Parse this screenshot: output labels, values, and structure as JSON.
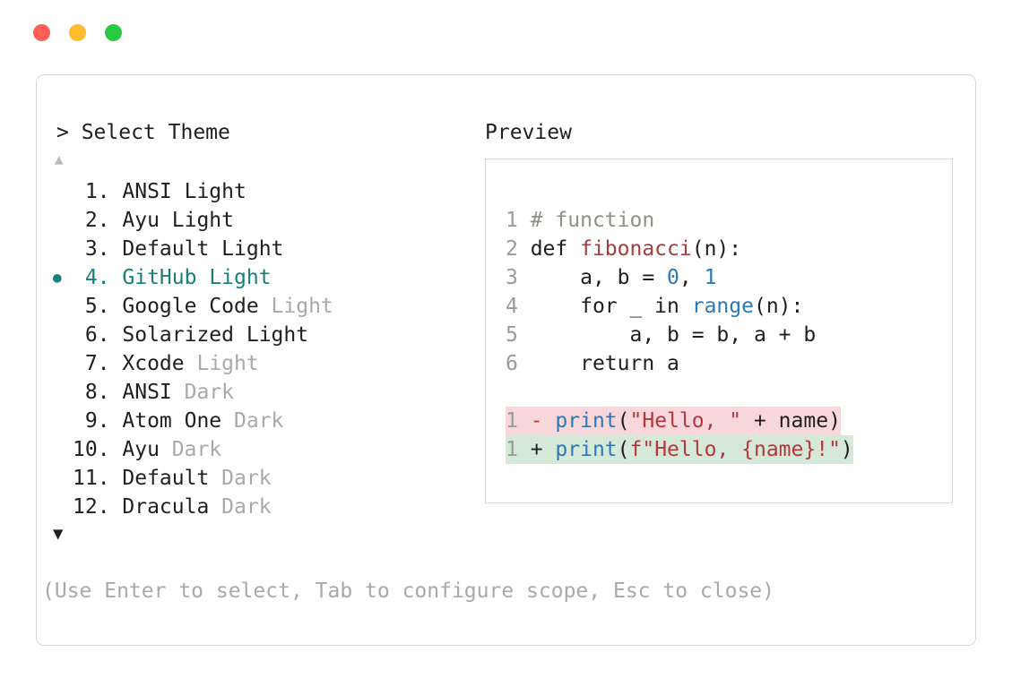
{
  "window": {
    "traffic_lights": [
      {
        "name": "close",
        "color": "#ff5f57"
      },
      {
        "name": "minimize",
        "color": "#febc2e"
      },
      {
        "name": "zoom",
        "color": "#28c840"
      }
    ]
  },
  "theme_picker": {
    "title": "> Select Theme",
    "scroll_up": "▲",
    "scroll_down": "▼",
    "selected_bullet": "●",
    "items": [
      {
        "number": "1.",
        "name": "ANSI",
        "variant": "Light",
        "dim_variant": false,
        "selected": false
      },
      {
        "number": "2.",
        "name": "Ayu",
        "variant": "Light",
        "dim_variant": false,
        "selected": false
      },
      {
        "number": "3.",
        "name": "Default",
        "variant": "Light",
        "dim_variant": false,
        "selected": false
      },
      {
        "number": "4.",
        "name": "GitHub",
        "variant": "Light",
        "dim_variant": false,
        "selected": true
      },
      {
        "number": "5.",
        "name": "Google Code",
        "variant": "Light",
        "dim_variant": true,
        "selected": false
      },
      {
        "number": "6.",
        "name": "Solarized",
        "variant": "Light",
        "dim_variant": false,
        "selected": false
      },
      {
        "number": "7.",
        "name": "Xcode",
        "variant": "Light",
        "dim_variant": true,
        "selected": false
      },
      {
        "number": "8.",
        "name": "ANSI",
        "variant": "Dark",
        "dim_variant": true,
        "selected": false
      },
      {
        "number": "9.",
        "name": "Atom One",
        "variant": "Dark",
        "dim_variant": true,
        "selected": false
      },
      {
        "number": "10.",
        "name": "Ayu",
        "variant": "Dark",
        "dim_variant": true,
        "selected": false
      },
      {
        "number": "11.",
        "name": "Default",
        "variant": "Dark",
        "dim_variant": true,
        "selected": false
      },
      {
        "number": "12.",
        "name": "Dracula",
        "variant": "Dark",
        "dim_variant": true,
        "selected": false
      }
    ],
    "footer_hint": "(Use Enter to select, Tab to configure scope, Esc to close)"
  },
  "preview": {
    "title": "Preview",
    "code_lines": [
      {
        "highlight": "",
        "tokens": [
          {
            "t": "1 ",
            "c": "ln"
          },
          {
            "t": "# function",
            "c": "comment"
          }
        ]
      },
      {
        "highlight": "",
        "tokens": [
          {
            "t": "2 ",
            "c": "ln"
          },
          {
            "t": "def ",
            "c": "plain"
          },
          {
            "t": "fibonacci",
            "c": "func"
          },
          {
            "t": "(n):",
            "c": "plain"
          }
        ]
      },
      {
        "highlight": "",
        "tokens": [
          {
            "t": "3 ",
            "c": "ln"
          },
          {
            "t": "    a, b = ",
            "c": "plain"
          },
          {
            "t": "0",
            "c": "num"
          },
          {
            "t": ", ",
            "c": "plain"
          },
          {
            "t": "1",
            "c": "num"
          }
        ]
      },
      {
        "highlight": "",
        "tokens": [
          {
            "t": "4 ",
            "c": "ln"
          },
          {
            "t": "    for _ in ",
            "c": "plain"
          },
          {
            "t": "range",
            "c": "call"
          },
          {
            "t": "(n):",
            "c": "plain"
          }
        ]
      },
      {
        "highlight": "",
        "tokens": [
          {
            "t": "5 ",
            "c": "ln"
          },
          {
            "t": "        a, b = b, a + b",
            "c": "plain"
          }
        ]
      },
      {
        "highlight": "",
        "tokens": [
          {
            "t": "6 ",
            "c": "ln"
          },
          {
            "t": "    return a",
            "c": "plain"
          }
        ]
      },
      {
        "highlight": "",
        "tokens": []
      },
      {
        "highlight": "removed",
        "tokens": [
          {
            "t": "1 ",
            "c": "ln"
          },
          {
            "t": "- ",
            "c": "minus"
          },
          {
            "t": "print",
            "c": "call"
          },
          {
            "t": "(",
            "c": "plain"
          },
          {
            "t": "\"Hello, \"",
            "c": "str"
          },
          {
            "t": " + name",
            "c": "plain"
          },
          {
            "t": ")",
            "c": "plain"
          }
        ]
      },
      {
        "highlight": "added",
        "tokens": [
          {
            "t": "1 ",
            "c": "ln"
          },
          {
            "t": "+ ",
            "c": "plus"
          },
          {
            "t": "print",
            "c": "call"
          },
          {
            "t": "(",
            "c": "plain"
          },
          {
            "t": "f\"Hello, {name}!\"",
            "c": "str"
          },
          {
            "t": ")",
            "c": "plain"
          }
        ]
      }
    ]
  },
  "colors": {
    "text": "#1f1f1f",
    "dim": "#a9a9a9",
    "selected": "#17807a",
    "border": "#d5d5d5",
    "line-number": "#9a9a9a",
    "comment": "#8f9086",
    "function-red": "#a63c3c",
    "code-blue": "#2b79b8",
    "string-red": "#b2383e",
    "minus-red": "#c24038",
    "plus-dark": "#1f1f1f",
    "removed-bg": "#f8d7da",
    "added-bg": "#d6e9d8",
    "scroll-up-gray": "#b9b9b9"
  }
}
